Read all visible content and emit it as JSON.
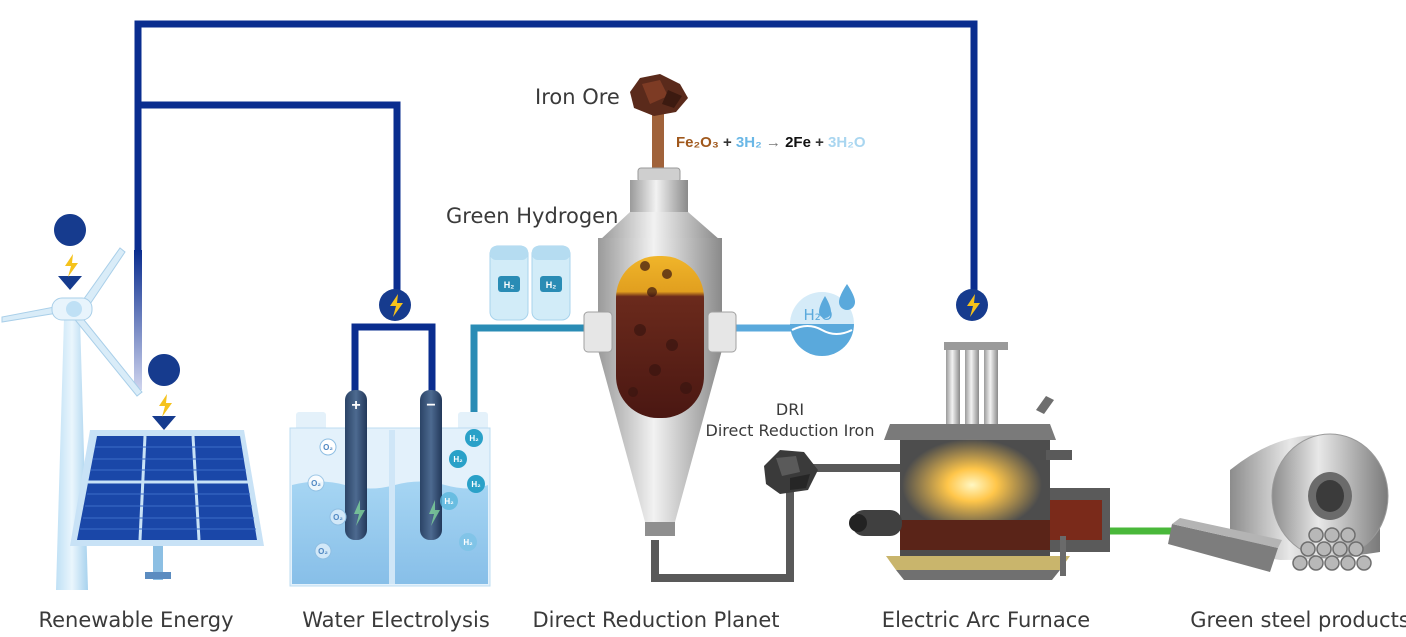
{
  "stages": {
    "renewable": "Renewable Energy",
    "electrolysis": "Water Electrolysis",
    "reduction": "Direct Reduction Planet",
    "furnace": "Electric Arc Furnace",
    "products": "Green steel products"
  },
  "labels": {
    "iron_ore": "Iron Ore",
    "green_hydrogen": "Green Hydrogen",
    "dri": "DRI",
    "dri_full": "Direct Reduction Iron",
    "h2o": "H₂O",
    "h2": "H₂",
    "o2": "O₂",
    "plus": "+",
    "minus": "−"
  },
  "equation": {
    "fe2o3": "Fe₂O₃",
    "plus1": " + ",
    "h2": "3H₂",
    "arrow": " → ",
    "fe": "2Fe",
    "plus2": " + ",
    "h2o": "3H₂O"
  },
  "colors": {
    "power_line": "#0a2d8f",
    "hydrogen_pipe": "#2a8cb5",
    "water_pipe": "#5aa9dc",
    "dri_pipe": "#595959",
    "steel_link": "#49b83a",
    "ore_pipe": "#a0623a",
    "bolt_badge": "#163b8e",
    "bolt": "#f5c21b"
  },
  "icons": {
    "bolt": "lightning-bolt-icon",
    "h2_tank": "hydrogen-tank-icon",
    "water_drop": "water-drop-icon"
  }
}
